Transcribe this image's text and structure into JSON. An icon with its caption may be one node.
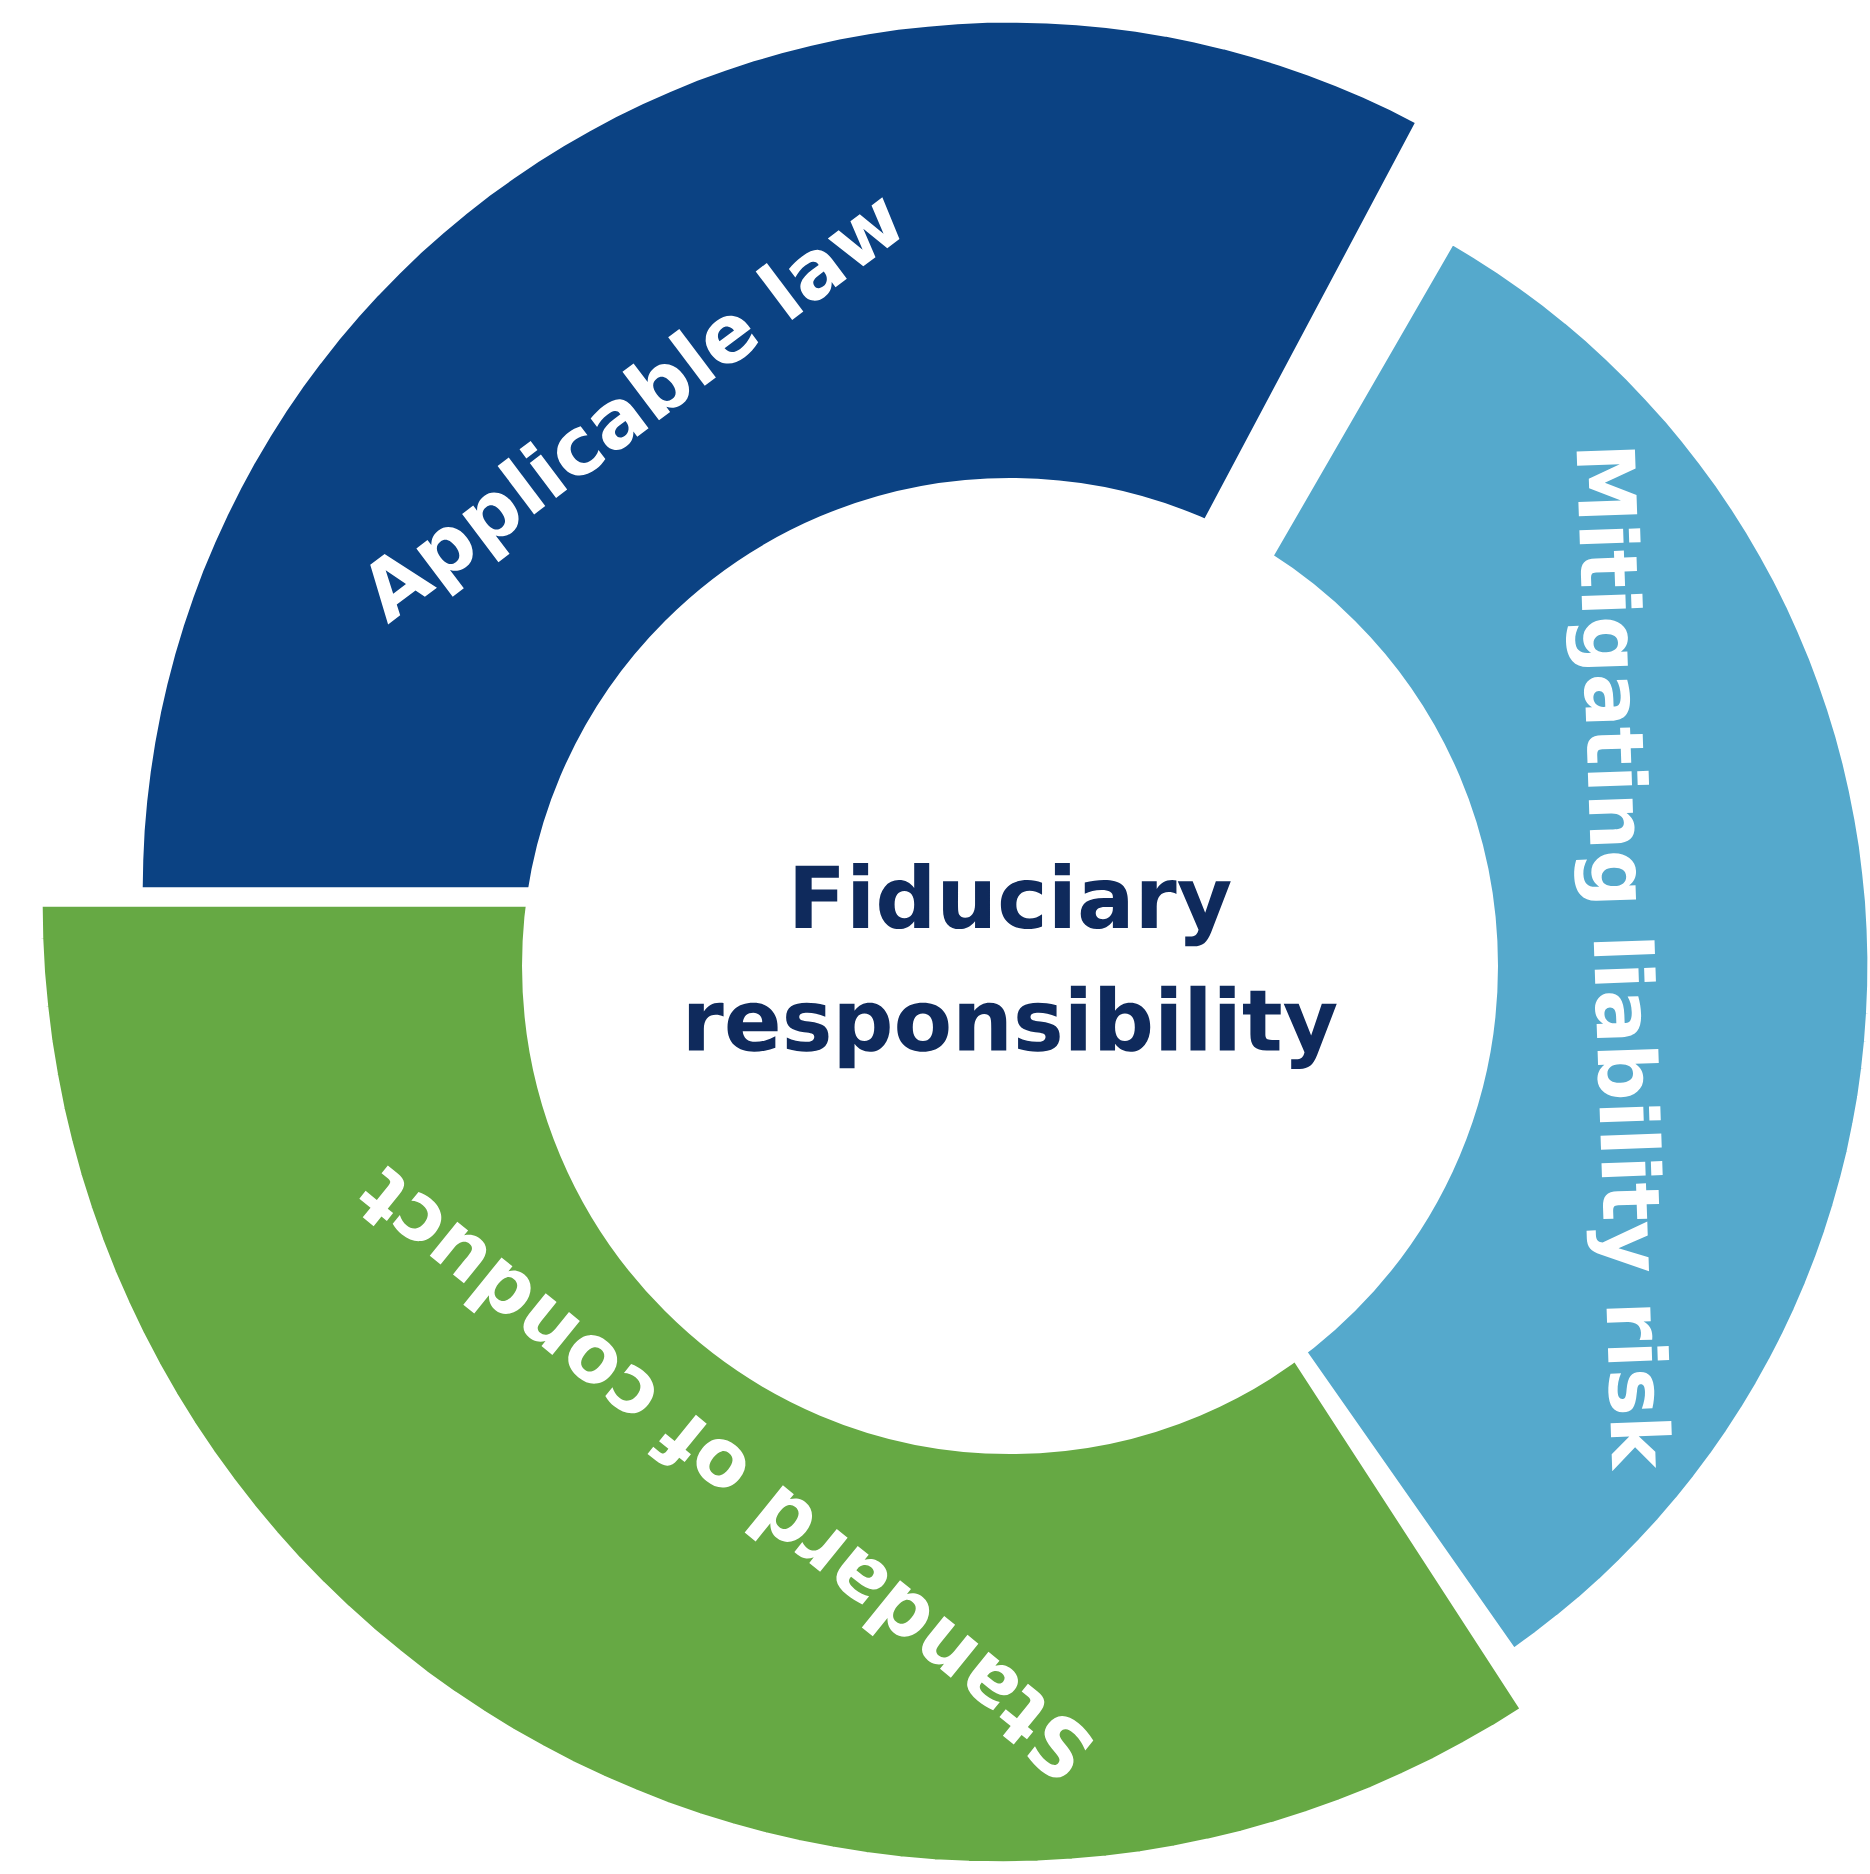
{
  "diagram": {
    "nodes": [
      {
        "text": [
          "Fiduciary responsibility"
        ]
      },
      {
        "text": [
          "Applicable law"
        ]
      },
      {
        "text": [
          "Mitigating liability risk"
        ]
      },
      {
        "text": [
          "Standard of conduct"
        ]
      }
    ]
  }
}
